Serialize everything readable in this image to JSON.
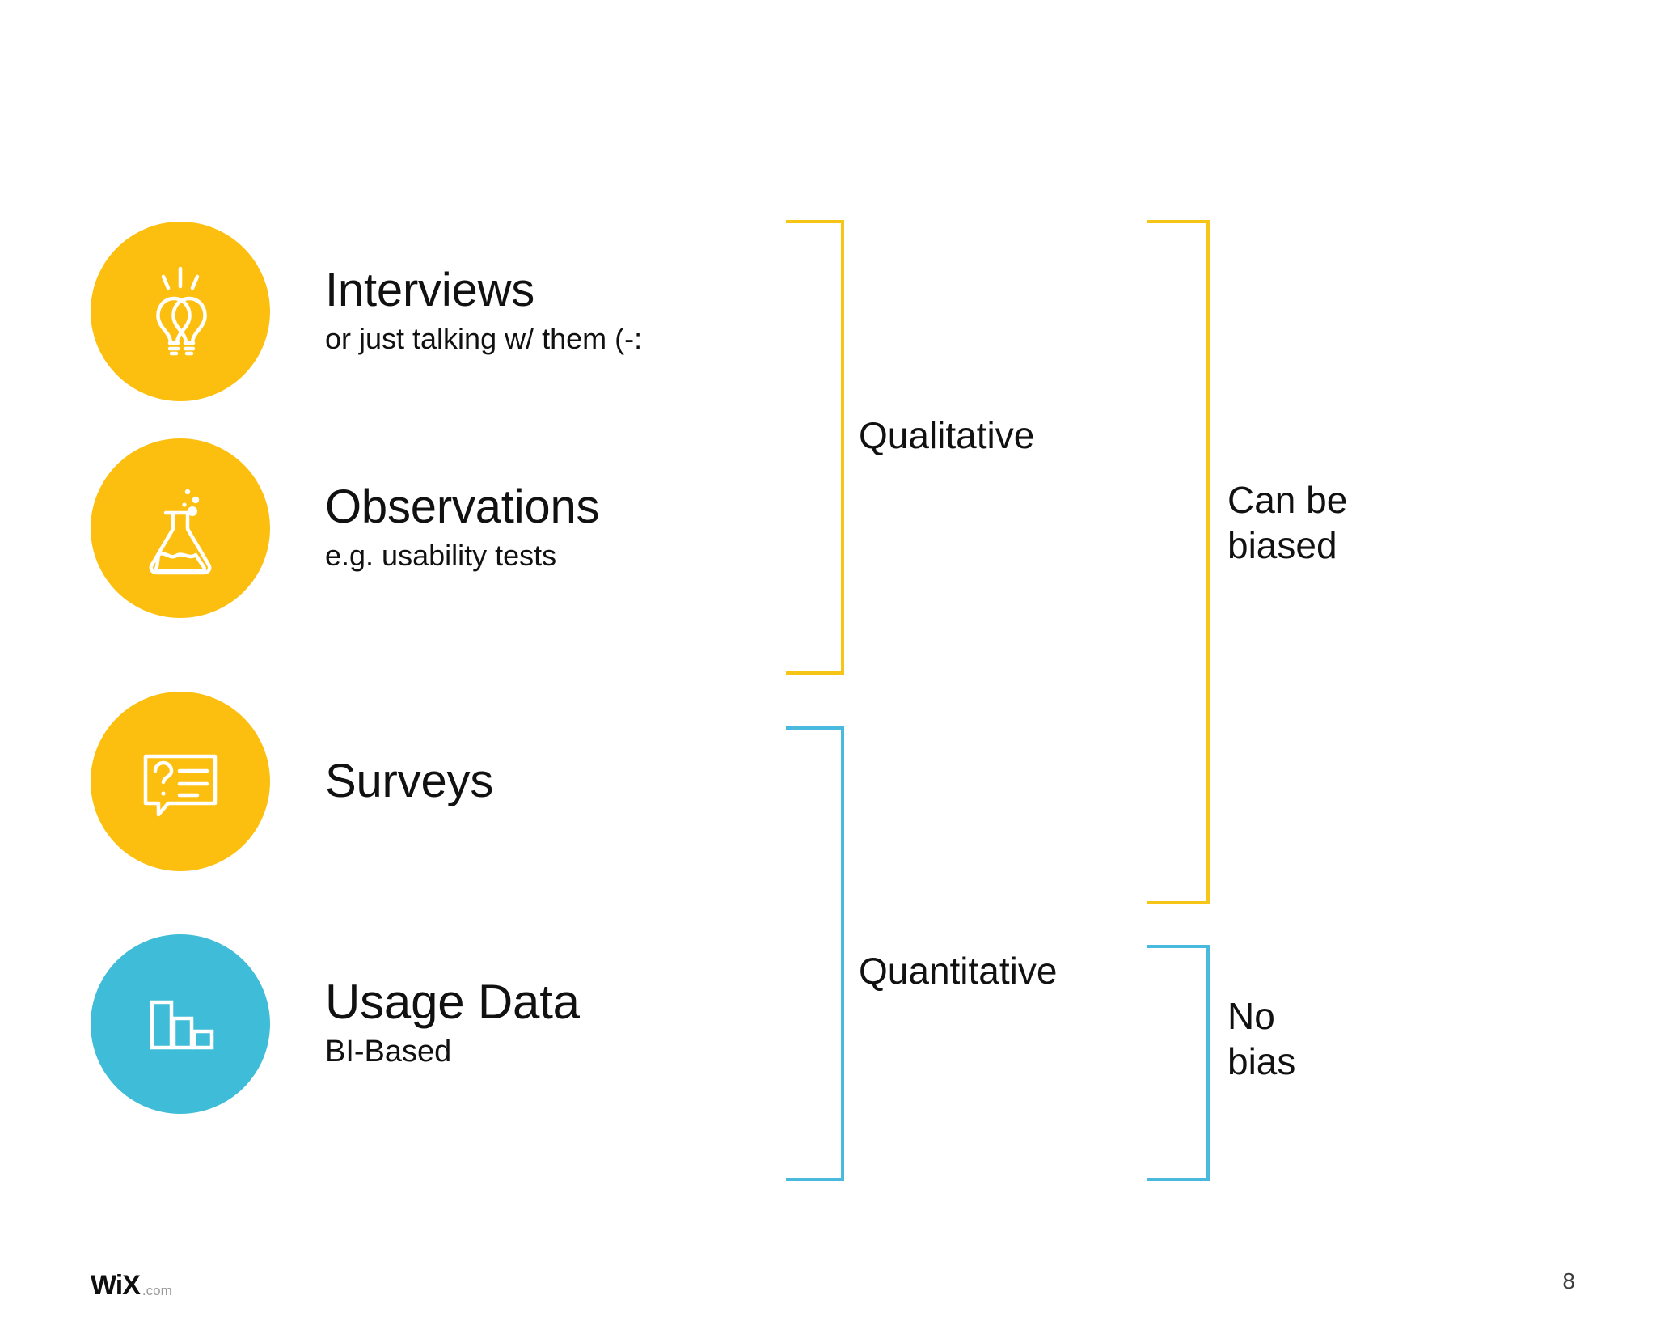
{
  "slide": {
    "background": "#ffffff",
    "page_number": "8",
    "accent_amber": "#fcbf10",
    "accent_cyan": "#3fbcd8",
    "bracket_amber": "#f6c517",
    "bracket_cyan": "#49b9dd"
  },
  "methods": [
    {
      "id": "interviews",
      "title": "Interviews",
      "subtitle": "or just talking w/ them (-:",
      "icon": "lightbulbs-icon",
      "circle_color": "#fcbf10"
    },
    {
      "id": "observations",
      "title": "Observations",
      "subtitle": "e.g. usability tests",
      "icon": "flask-icon",
      "circle_color": "#fcbf10"
    },
    {
      "id": "surveys",
      "title": "Surveys",
      "subtitle": "",
      "icon": "survey-question-card-icon",
      "circle_color": "#fcbf10"
    },
    {
      "id": "usage-data",
      "title": "Usage Data",
      "subtitle": "BI-Based",
      "icon": "bar-chart-icon",
      "circle_color": "#3fbcd8"
    }
  ],
  "groups": {
    "qualitative": {
      "label": "Qualitative",
      "color": "#f6c517"
    },
    "quantitative": {
      "label": "Quantitative",
      "color": "#49b9dd"
    },
    "biased": {
      "label": "Can be\nbiased",
      "color": "#f6c517"
    },
    "nobias": {
      "label": "No\nbias",
      "color": "#49b9dd"
    }
  },
  "footer": {
    "logo_wordmark": "WiX",
    "logo_suffix": ".com"
  }
}
